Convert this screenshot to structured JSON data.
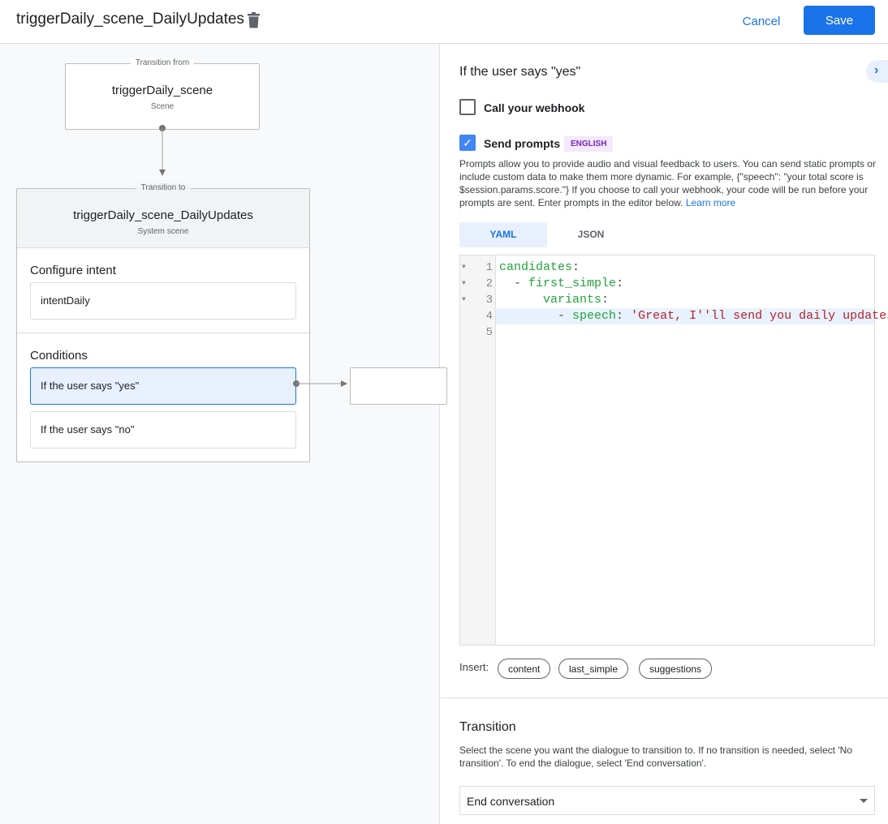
{
  "header": {
    "title": "triggerDaily_scene_DailyUpdates",
    "cancel": "Cancel",
    "save": "Save"
  },
  "canvas": {
    "from": {
      "label": "Transition from",
      "name": "triggerDaily_scene",
      "type": "Scene"
    },
    "to": {
      "label": "Transition to",
      "name": "triggerDaily_scene_DailyUpdates",
      "type": "System scene"
    },
    "configure_intent": "Configure intent",
    "intent": "intentDaily",
    "conditions": "Conditions",
    "condition_items": [
      "If the user says \"yes\"",
      "If the user says \"no\""
    ]
  },
  "panel": {
    "title": "If the user says \"yes\"",
    "webhook": {
      "label": "Call your webhook",
      "checked": false
    },
    "prompts": {
      "label": "Send prompts",
      "checked": true,
      "badge": "ENGLISH"
    },
    "description": "Prompts allow you to provide audio and visual feedback to users. You can send static prompts or include custom data to make them more dynamic. For example, {\"speech\": \"your total score is $session.params.score.\"} If you choose to call your webhook, your code will be run before your prompts are sent. Enter prompts in the editor below. ",
    "learn_more": "Learn more",
    "tabs": [
      "YAML",
      "JSON"
    ],
    "active_tab": "YAML",
    "code": {
      "l1k": "candidates",
      "l2k": "first_simple",
      "l3k": "variants",
      "l4k": "speech",
      "l4v": "'Great, I''ll send you daily updates.",
      "colon": ":",
      "dash": "- "
    },
    "line_numbers": [
      "1",
      "2",
      "3",
      "4",
      "5"
    ],
    "insert_label": "Insert:",
    "insert_chips": [
      "content",
      "last_simple",
      "suggestions"
    ],
    "transition": {
      "title": "Transition",
      "description": "Select the scene you want the dialogue to transition to. If no transition is needed, select 'No transition'. To end the dialogue, select 'End conversation'.",
      "selected": "End conversation"
    }
  },
  "colors": {
    "accent": "#1a73e8",
    "selected_condition": "#e8f0fe",
    "badge": "#7627bb"
  }
}
